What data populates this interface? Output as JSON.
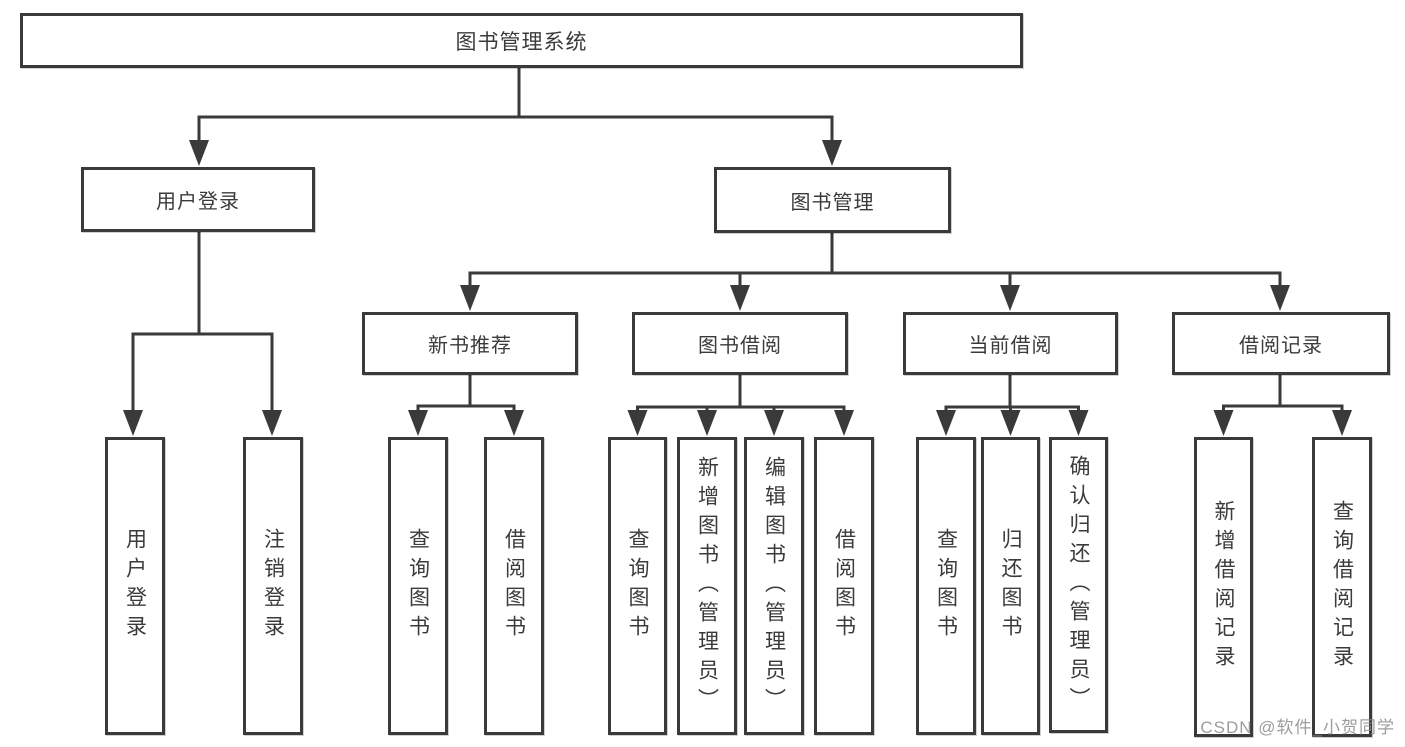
{
  "watermark": "CSDN @软件_小贺同学",
  "colors": {
    "line": "#3a3a3a",
    "box_border": "#3a3a3a",
    "box_background": "#ffffff",
    "text": "#3b3b3b",
    "watermark_text": "#8c8c8c"
  },
  "tree": {
    "label": "图书管理系统",
    "children": [
      {
        "label": "用户登录",
        "children": [
          {
            "label": "用户登录"
          },
          {
            "label": "注销登录"
          }
        ]
      },
      {
        "label": "图书管理",
        "children": [
          {
            "label": "新书推荐",
            "children": [
              {
                "label": "查询图书"
              },
              {
                "label": "借阅图书"
              }
            ]
          },
          {
            "label": "图书借阅",
            "children": [
              {
                "label": "查询图书"
              },
              {
                "label": "新增图书（管理员）"
              },
              {
                "label": "编辑图书（管理员）"
              },
              {
                "label": "借阅图书"
              }
            ]
          },
          {
            "label": "当前借阅",
            "children": [
              {
                "label": "查询图书"
              },
              {
                "label": "归还图书"
              },
              {
                "label": "确认归还（管理员）"
              }
            ]
          },
          {
            "label": "借阅记录",
            "children": [
              {
                "label": "新增借阅记录"
              },
              {
                "label": "查询借阅记录"
              }
            ]
          }
        ]
      }
    ]
  }
}
